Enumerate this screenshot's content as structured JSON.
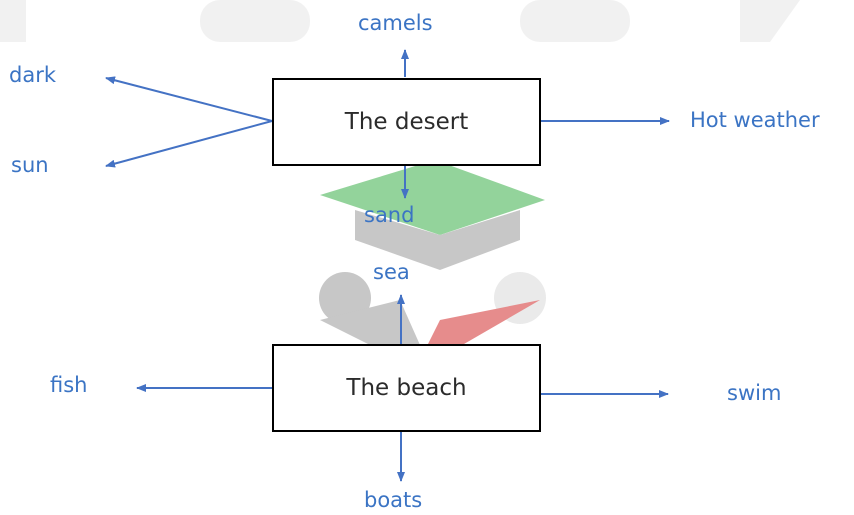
{
  "colors": {
    "arrow": "#4472c4",
    "label": "#3b74c4",
    "box_border": "#000000"
  },
  "diagram": {
    "desert": {
      "title": "The desert",
      "up": "camels",
      "down": "sand",
      "right": "Hot weather",
      "left_upper": "dark",
      "left_lower": "sun"
    },
    "beach": {
      "title": "The beach",
      "up": "sea",
      "down": "boats",
      "left": "fish",
      "right": "swim"
    }
  }
}
